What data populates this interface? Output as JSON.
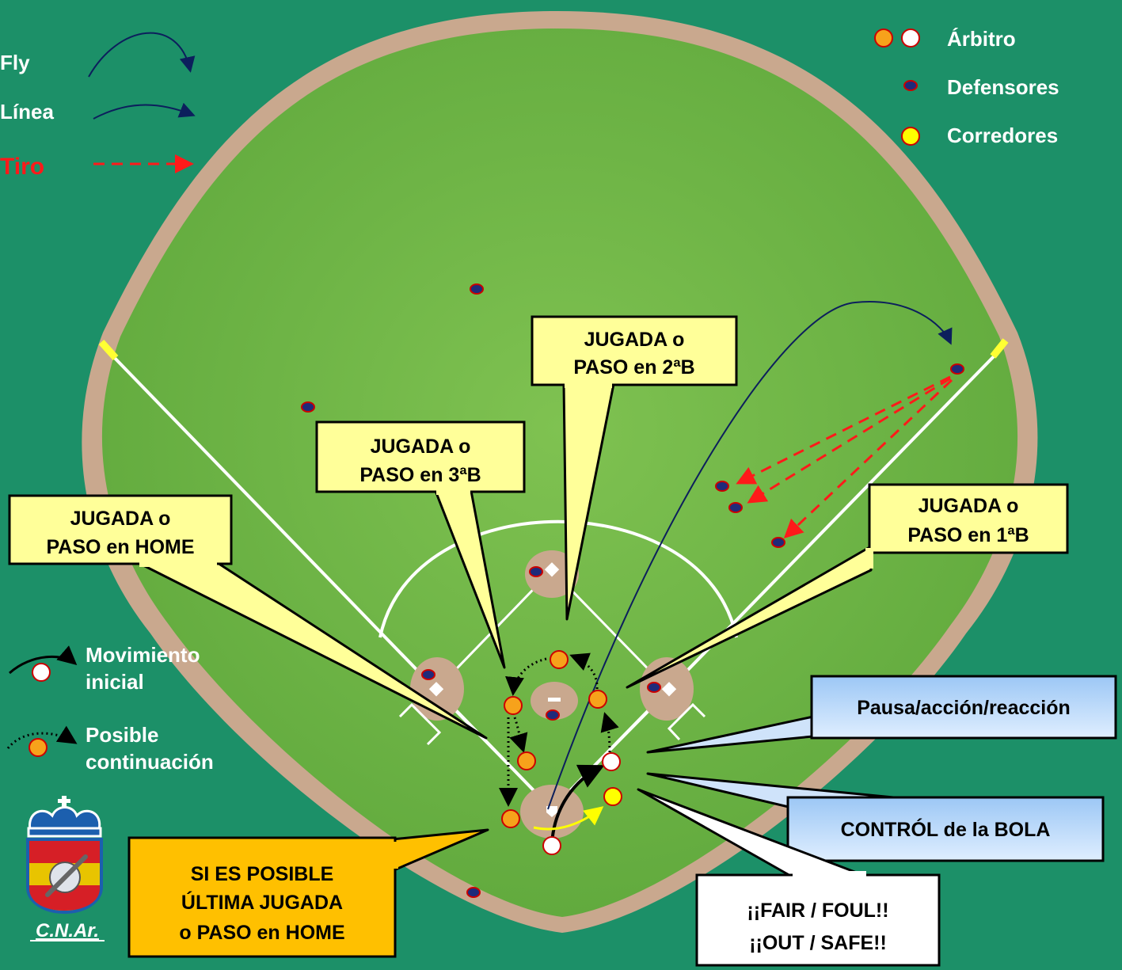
{
  "legend_left": {
    "fly": "Fly",
    "linea": "Línea",
    "tiro": "Tiro",
    "movimiento_line1": "Movimiento",
    "movimiento_line2": "inicial",
    "posible_line1": "Posible",
    "posible_line2": "continuación"
  },
  "legend_right": {
    "arbitro": "Árbitro",
    "defensores": "Defensores",
    "corredores": "Corredores"
  },
  "callouts": {
    "second_line1": "JUGADA o",
    "second_line2": "PASO en 2ªB",
    "third_line1": "JUGADA o",
    "third_line2": "PASO en 3ªB",
    "home_line1": "JUGADA o",
    "home_line2": "PASO en HOME",
    "first_line1": "JUGADA o",
    "first_line2": "PASO en 1ªB",
    "pausa": "Pausa/acción/reacción",
    "control": "CONTRÓL de la BOLA",
    "ultima_line1": "SI ES POSIBLE",
    "ultima_line2": "ÚLTIMA JUGADA",
    "ultima_line3": "o PASO en HOME",
    "fair_line1": "¡¡FAIR / FOUL!!",
    "fair_line2": "¡¡OUT / SAFE!!"
  },
  "logo": {
    "text": "C.N.Ar."
  },
  "colors": {
    "background": "#1c9068",
    "grass": "#6fb845",
    "dirt": "#c9a88e",
    "callout_yellow": "#ffff99",
    "callout_orange": "#ffc000",
    "callout_blue": "#9dc3f0",
    "defender": "#1f2a7a",
    "umpire_orange": "#f7a21b",
    "runner_yellow": "#ffff00",
    "throw_red": "#ff1a1a",
    "fly_blue": "#0c1f5c"
  }
}
